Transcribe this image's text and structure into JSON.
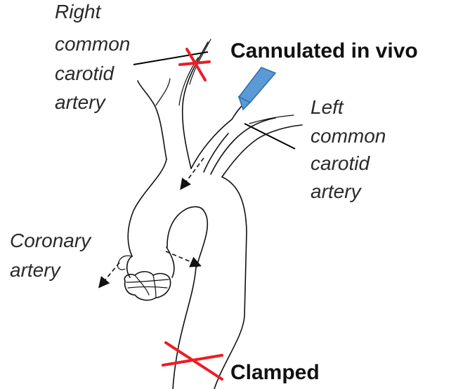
{
  "labels": {
    "right_common_carotid": [
      "Right",
      "common",
      "carotid",
      "artery"
    ],
    "left_common_carotid": [
      "Left",
      "common",
      "carotid",
      "artery"
    ],
    "coronary": [
      "Coronary",
      "artery"
    ],
    "cannulated": "Cannulated in vivo",
    "clamped": "Clamped"
  },
  "colors": {
    "clamp_mark": "#ee1c24",
    "cannula_fill": "#5b9bd5",
    "cannula_stroke": "#2e6da4"
  },
  "icons": {
    "clamp_marks": "red-x-icon",
    "cannula": "cannula-icon"
  }
}
